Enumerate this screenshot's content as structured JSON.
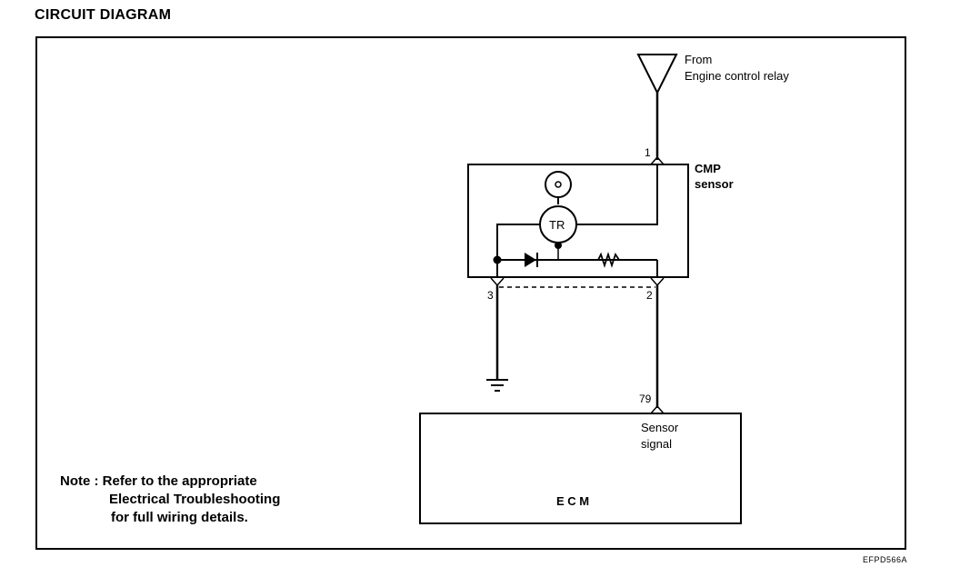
{
  "title": "CIRCUIT  DIAGRAM",
  "source": {
    "line1": "From",
    "line2": "Engine control relay"
  },
  "sensor": {
    "line1": "CMP",
    "line2": "sensor",
    "tr_label": "TR"
  },
  "pins": {
    "p1": "1",
    "p2": "2",
    "p3": "3",
    "p79": "79"
  },
  "ecm": {
    "label": "E C M",
    "signal_line1": "Sensor",
    "signal_line2": "signal"
  },
  "note": {
    "line1": "Note : Refer to the appropriate",
    "line2": "Electrical Troubleshooting",
    "line3": "for full wiring details."
  },
  "figure_code": "EFPD566A"
}
